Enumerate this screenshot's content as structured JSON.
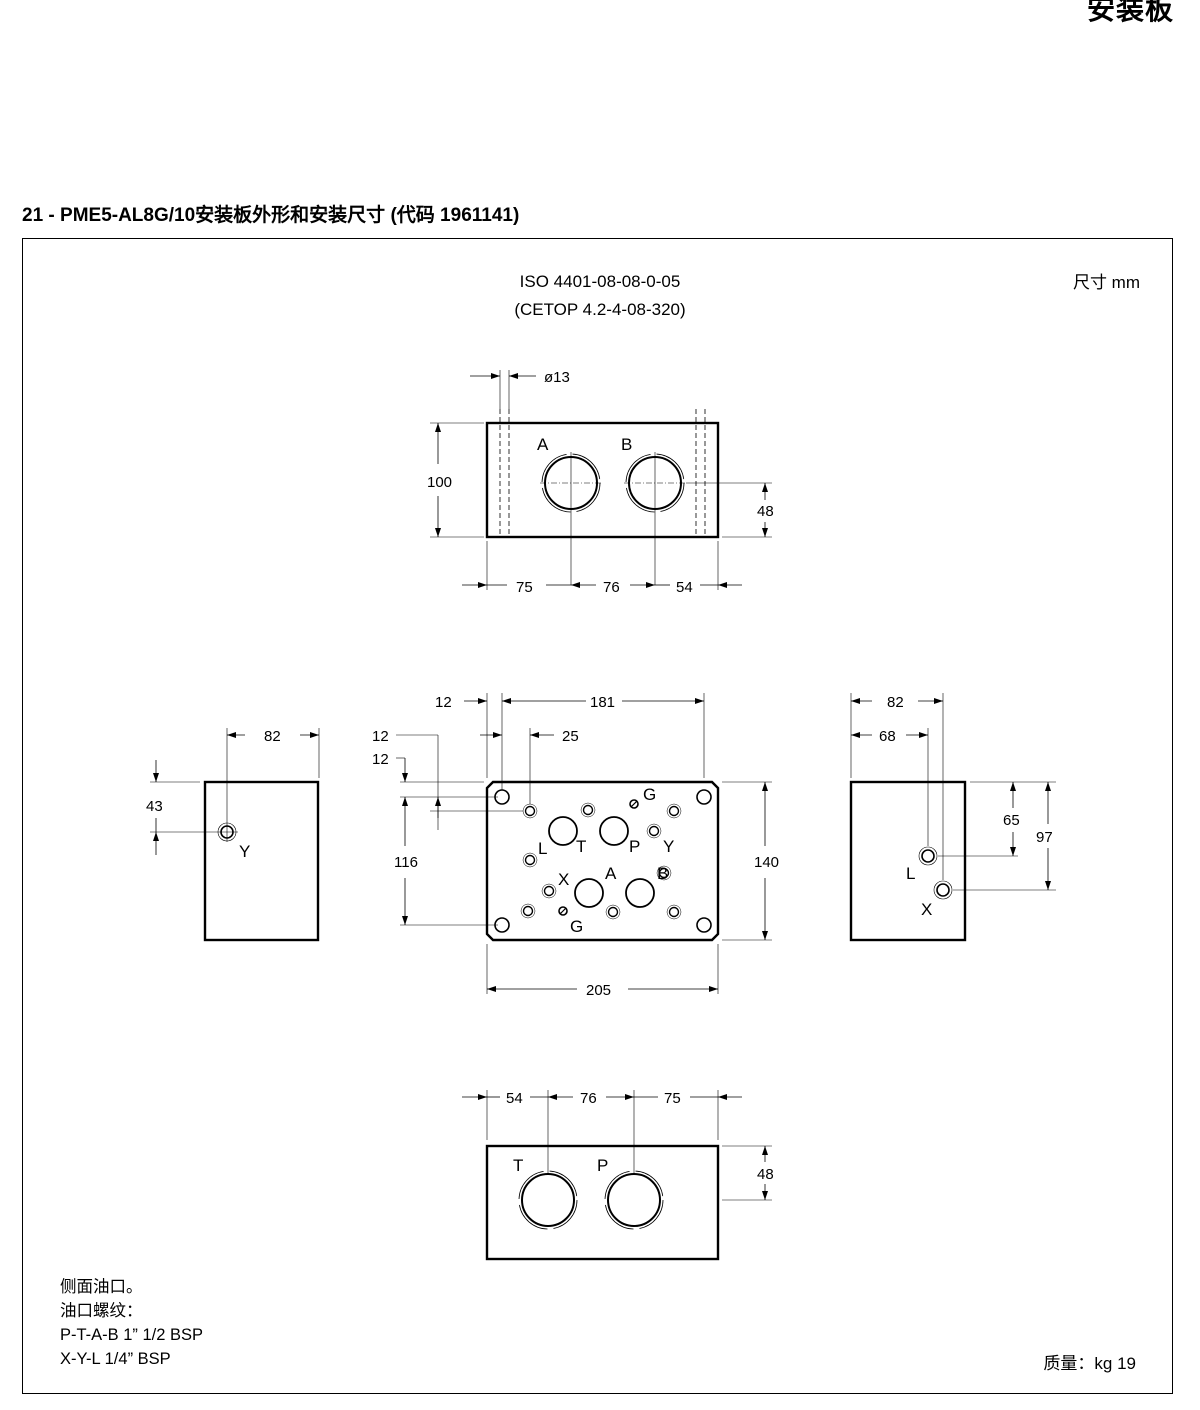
{
  "header": {
    "title": "安装板"
  },
  "section": {
    "title": "21 - PME5-AL8G/10安装板外形和安装尺寸 (代码 1961141)"
  },
  "standard": {
    "iso": "ISO 4401-08-08-0-05",
    "cetop": "(CETOP 4.2-4-08-320)"
  },
  "units": "尺寸 mm",
  "top_view": {
    "diameter": "ø13",
    "height": "100",
    "port_offset": "48",
    "dims": [
      "75",
      "76",
      "54"
    ],
    "ports": [
      "A",
      "B"
    ]
  },
  "left_view": {
    "width": "82",
    "offset": "43",
    "port": "Y"
  },
  "center_view": {
    "dim_12a": "12",
    "dim_181": "181",
    "dim_12b": "12",
    "dim_25": "25",
    "dim_12c": "12",
    "dim_116": "116",
    "dim_140": "140",
    "dim_205": "205",
    "ports": {
      "G1": "G",
      "L": "L",
      "T": "T",
      "P": "P",
      "Y": "Y",
      "X": "X",
      "A": "A",
      "B": "B",
      "G2": "G"
    }
  },
  "right_view": {
    "dim_82": "82",
    "dim_68": "68",
    "dim_65": "65",
    "dim_97": "97",
    "port_L": "L",
    "port_X": "X"
  },
  "bottom_view": {
    "dims": [
      "54",
      "76",
      "75"
    ],
    "port_offset": "48",
    "ports": [
      "T",
      "P"
    ]
  },
  "notes": [
    "侧面油口。",
    "油口螺纹：",
    "P-T-A-B 1” 1/2 BSP",
    "X-Y-L 1/4” BSP"
  ],
  "mass": "质量：kg 19"
}
